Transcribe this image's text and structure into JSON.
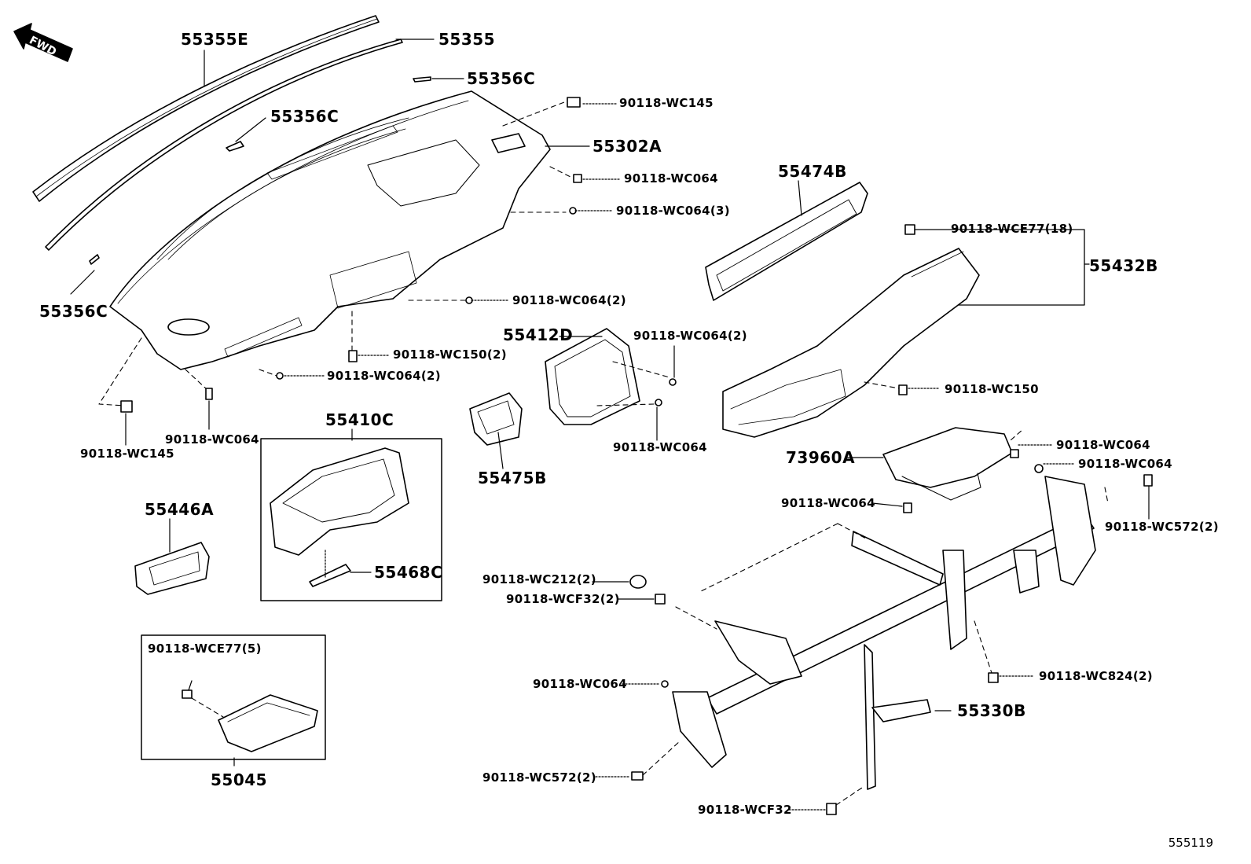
{
  "direction_arrow": "FWD",
  "diagram_code": "555119",
  "labels": {
    "l55355E": "55355E",
    "l55355": "55355",
    "l55356C_top": "55356C",
    "l55356C_mid": "55356C",
    "l55356C_left": "55356C",
    "l55302A": "55302A",
    "l55474B": "55474B",
    "l55432B": "55432B",
    "l55412D": "55412D",
    "l55475B": "55475B",
    "l55410C": "55410C",
    "l55468C": "55468C",
    "l55446A": "55446A",
    "l55045": "55045",
    "l73960A": "73960A",
    "l55330B": "55330B",
    "b_wc145_top": "90118-WC145",
    "b_wc064_a": "90118-WC064",
    "b_wc064_3": "90118-WC064(3)",
    "b_wc064_2a": "90118-WC064(2)",
    "b_wc150_2": "90118-WC150(2)",
    "b_wc064_2b": "90118-WC064(2)",
    "b_wc145_left": "90118-WC145",
    "b_wc064_left": "90118-WC064",
    "b_wce77_18": "90118-WCE77(18)",
    "b_wc064_2c": "90118-WC064(2)",
    "b_wc064_mid": "90118-WC064",
    "b_wc150": "90118-WC150",
    "b_wc064_r1": "90118-WC064",
    "b_wc064_r2": "90118-WC064",
    "b_wc064_glove": "90118-WC064",
    "b_wc572_r": "90118-WC572(2)",
    "b_wc212": "90118-WC212(2)",
    "b_wcf32_2": "90118-WCF32(2)",
    "b_wce77_5": "90118-WCE77(5)",
    "b_wc824": "90118-WC824(2)",
    "b_wc064_low": "90118-WC064",
    "b_wc572_low": "90118-WC572(2)",
    "b_wcf32": "90118-WCF32"
  }
}
